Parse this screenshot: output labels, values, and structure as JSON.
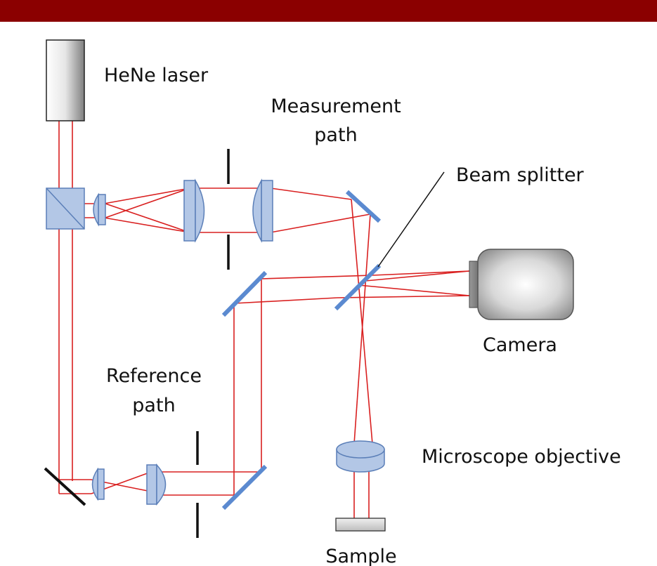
{
  "labels": {
    "laser": "HeNe laser",
    "measurement_1": "Measurement",
    "measurement_2": "path",
    "beam_splitter": "Beam splitter",
    "camera": "Camera",
    "reference_1": "Reference",
    "reference_2": "path",
    "objective": "Microscope objective",
    "sample": "Sample"
  },
  "colors": {
    "header": "#8b0000",
    "beam": "#d92020",
    "optic_fill": "#b3c7e6",
    "optic_edge": "#5b7fb8",
    "mirror": "#5b8ad0"
  }
}
